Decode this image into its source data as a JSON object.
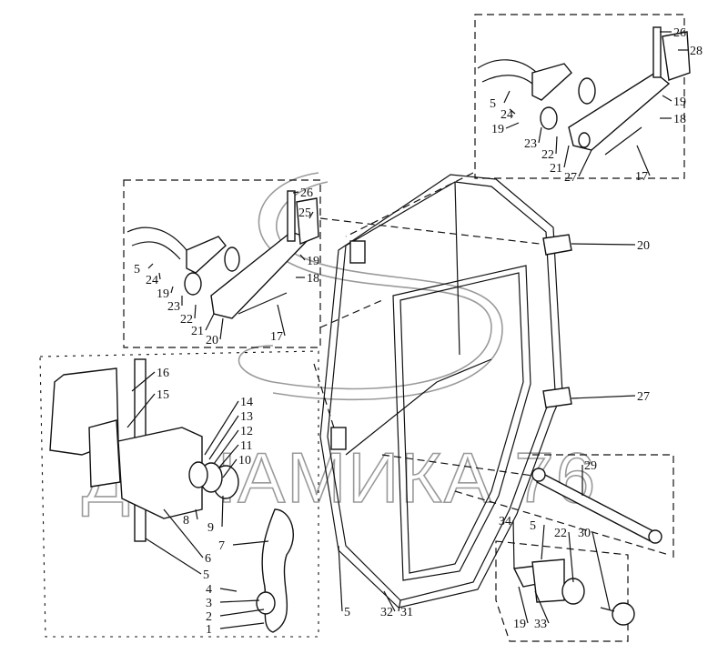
{
  "watermark": "ДИНАМИКА 76",
  "callouts": {
    "top_right_hinge": [
      "26",
      "28",
      "5",
      "24",
      "19",
      "23",
      "22",
      "21",
      "27",
      "19",
      "18",
      "17"
    ],
    "middle_hinge": [
      "26",
      "25",
      "5",
      "24",
      "19",
      "23",
      "22",
      "21",
      "20",
      "19",
      "18",
      "17"
    ],
    "door_frame": [
      "20",
      "27",
      "5",
      "32",
      "31"
    ],
    "lock_assembly": [
      "16",
      "15",
      "14",
      "13",
      "12",
      "11",
      "10",
      "8",
      "9",
      "7",
      "6",
      "5",
      "4",
      "3",
      "2",
      "1"
    ],
    "gas_strut": [
      "29",
      "34",
      "5",
      "22",
      "30",
      "19",
      "33"
    ]
  }
}
